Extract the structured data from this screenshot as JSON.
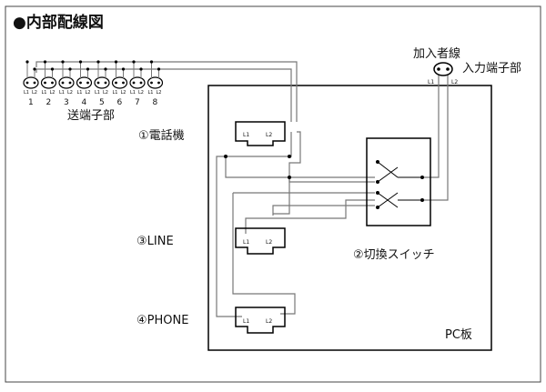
{
  "title": "●内部配線図",
  "labels": {
    "send_terminal": "送端子部",
    "subscriber_line": "加入者線",
    "input_terminal": "入力端子部",
    "phone_unit": "①電話機",
    "switch": "②切換スイッチ",
    "line": "③LINE",
    "phone": "④PHONE",
    "pc_board": "PC板"
  },
  "send_numbers": [
    "1",
    "2",
    "3",
    "4",
    "5",
    "6",
    "7",
    "8"
  ],
  "terminal": {
    "l1": "L1",
    "l2": "L2"
  },
  "send_pin": {
    "l1": "L1",
    "l2": "L2"
  },
  "input_pins": {
    "l1": "L1",
    "l2": "L2"
  }
}
